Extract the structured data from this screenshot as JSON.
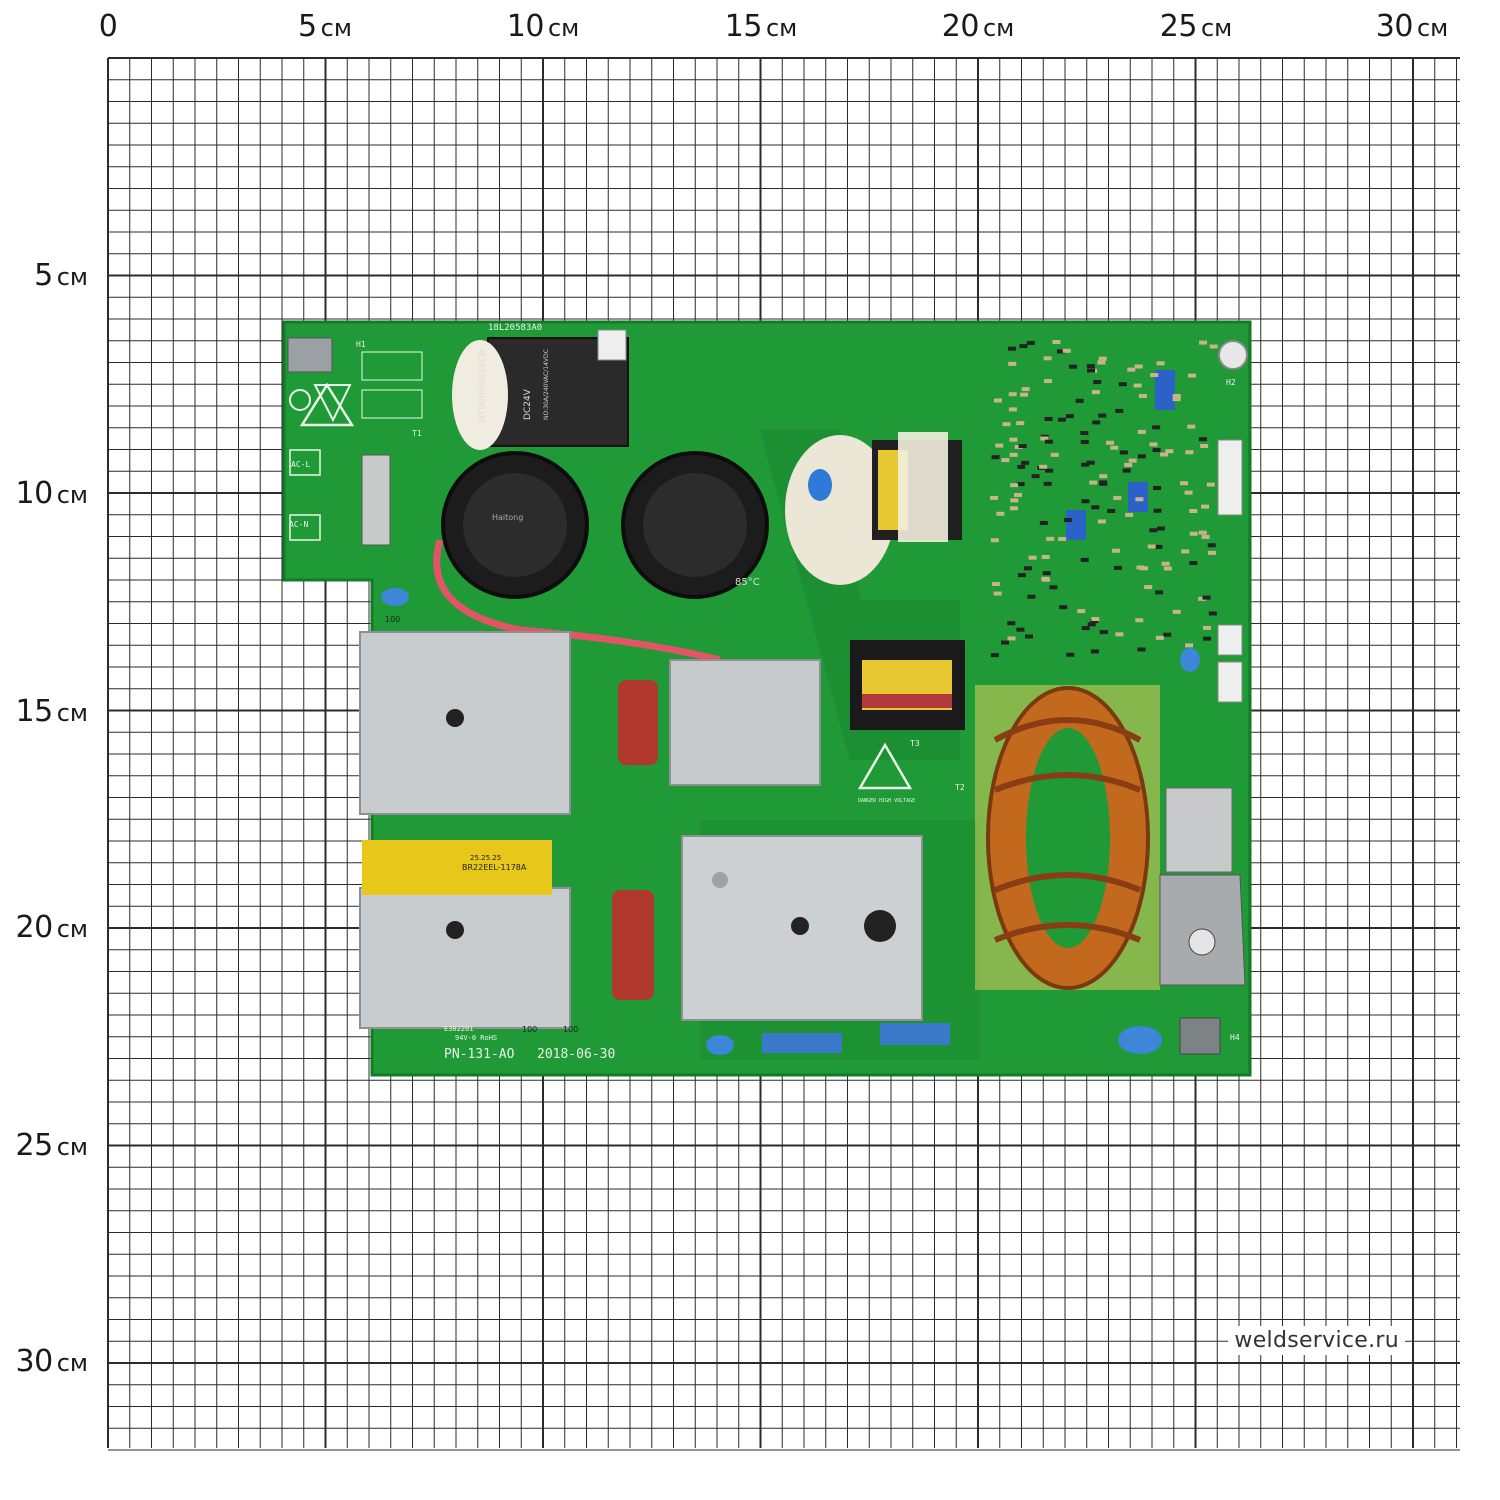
{
  "ruler": {
    "unit": "см",
    "origin_label": "0",
    "x_ticks": [
      "5",
      "10",
      "15",
      "20",
      "25",
      "30"
    ],
    "y_ticks": [
      "5",
      "10",
      "15",
      "20",
      "25",
      "30"
    ]
  },
  "board": {
    "top_code": "18L20583A0",
    "part_number": "PN-131-AO",
    "date": "2018-06-30",
    "transformer_label": "BR22EEL-1178A",
    "transformer_code": "25.25.25",
    "relay_model": "NT90RHAE24CB",
    "relay_voltage": "DC24V",
    "relay_rating": "NO:30A/240VAC/14VDC",
    "capacitor_temp": "85°C",
    "capacitor_brand": "Haitong",
    "cert_line": "94V-0 RoHS",
    "board_code": "E302201",
    "marker_100_a": "100",
    "marker_100_b": "100",
    "marker_100_c": "100",
    "danger_label": "DANGER HIGH VOLTAGE",
    "ac_l": "AC-L",
    "ac_n": "AC-N",
    "ref_h1": "H1",
    "ref_h2": "H2",
    "ref_h4": "H4",
    "ref_t1": "T1",
    "ref_t2": "T2",
    "ref_t3": "T3"
  },
  "watermark": "weldservice.ru",
  "colors": {
    "pcb": "#1f9a36",
    "pcb_dark": "#137a27",
    "heatsink": "#c9ccce",
    "copper": "#c2691e",
    "grid": "#2b2b2b"
  }
}
